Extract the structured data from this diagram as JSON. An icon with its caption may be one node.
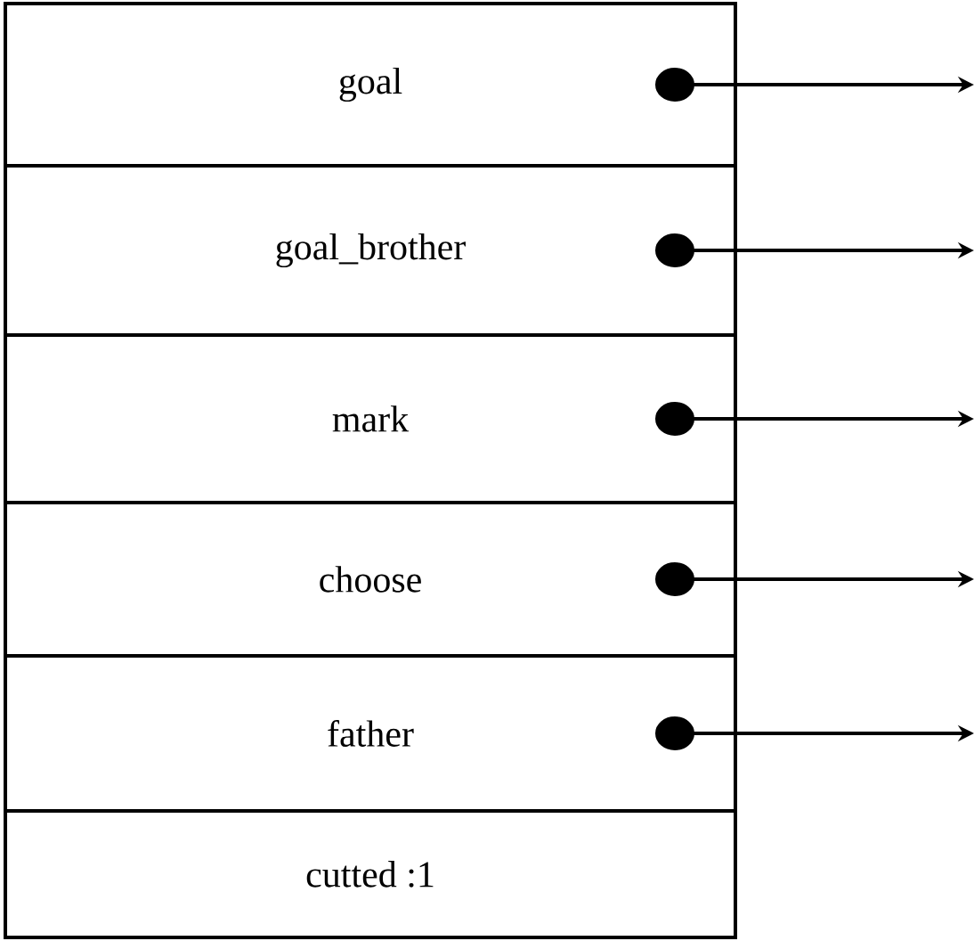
{
  "diagram": {
    "nodes": [
      {
        "text": [
          "goal"
        ]
      },
      {
        "text": [
          "goal_brother"
        ]
      },
      {
        "text": [
          "mark"
        ]
      },
      {
        "text": [
          "choose"
        ]
      },
      {
        "text": [
          "father"
        ]
      },
      {
        "text": [
          "cutted :1"
        ]
      }
    ],
    "edges": [
      {
        "from": 0,
        "to": null,
        "arrow": "to"
      },
      {
        "from": 1,
        "to": null,
        "arrow": "to"
      },
      {
        "from": 2,
        "to": null,
        "arrow": "to"
      },
      {
        "from": 3,
        "to": null,
        "arrow": "to"
      },
      {
        "from": 4,
        "to": null,
        "arrow": "to"
      }
    ]
  }
}
